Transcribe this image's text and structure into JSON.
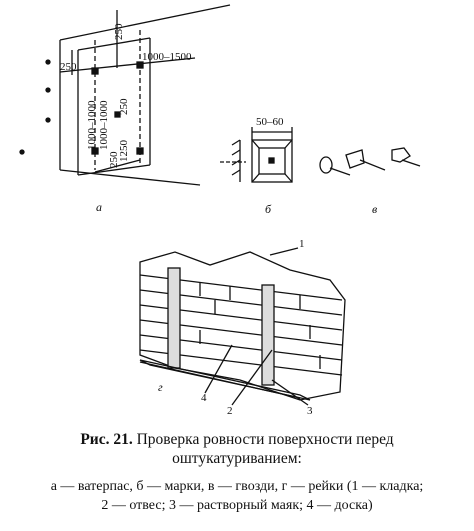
{
  "figure": {
    "panel_a": {
      "dims": [
        "250",
        "250",
        "1000–1500",
        "1000–1000",
        "250",
        "250",
        "1000–1000",
        "1250"
      ],
      "letter": "а"
    },
    "panel_b": {
      "dim": "50–60",
      "letter": "б"
    },
    "panel_v": {
      "letter": "в"
    },
    "panel_g": {
      "callouts": [
        "1",
        "2",
        "3",
        "4"
      ],
      "letter": "г"
    }
  },
  "caption": {
    "label": "Рис. 21.",
    "title": "Проверка ровности поверхности перед",
    "title2": "оштукатуриванием:",
    "legend_line1": "а — ватерпас, б — марки, в — гвозди, г — рейки (1 — кладка;",
    "legend_line2": "2 — отвес; 3 — растворный маяк; 4 — доска)"
  }
}
